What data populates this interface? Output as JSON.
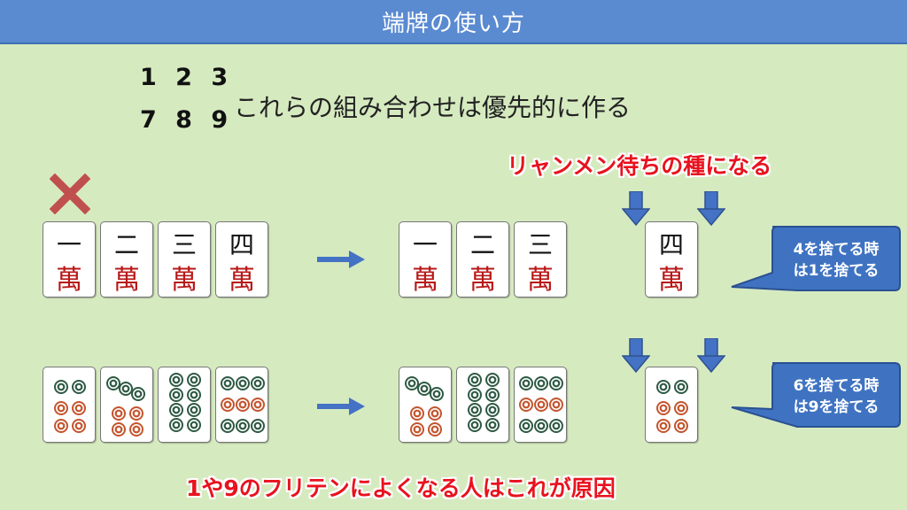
{
  "header": {
    "title": "端牌の使い方"
  },
  "intro": {
    "row1": "1 2 3",
    "row2": "7 8 9",
    "text": "これらの組み合わせは優先的に作る"
  },
  "banner_top": "リャンメン待ちの種になる",
  "banner_bottom": "1や9のフリテンによくなる人はこれが原因",
  "bubbles": [
    {
      "line1": "4を捨てる時",
      "line2": "は1を捨てる"
    },
    {
      "line1": "6を捨てる時",
      "line2": "は9を捨てる"
    }
  ],
  "tiles": {
    "manzu_numerals": [
      "一",
      "二",
      "三",
      "四"
    ],
    "man_char": "萬"
  },
  "colors": {
    "header": "#5a8ad0",
    "background": "#d6eac0",
    "accent_red": "#e8121e",
    "arrow_blue": "#4472c4",
    "bubble_blue": "#3f73c2",
    "xmark": "#c0504d"
  },
  "icons": {
    "reject": "x-mark-icon",
    "flow": "right-arrow-icon",
    "point": "down-arrow-icon"
  }
}
